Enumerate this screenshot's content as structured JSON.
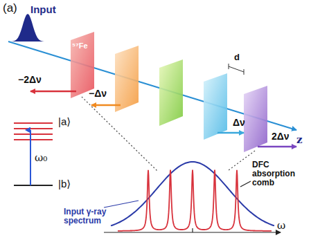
{
  "diagram": {
    "labels": [
      "(a)",
      "Input",
      "⁵⁷Fe",
      "−2Δν",
      "−Δν",
      "Δν",
      "2Δν",
      "d",
      "z",
      "|a⟩",
      "|b⟩",
      "ω₀",
      "DFC absorption comb",
      "Input γ-ray spectrum",
      "ω"
    ]
  }
}
